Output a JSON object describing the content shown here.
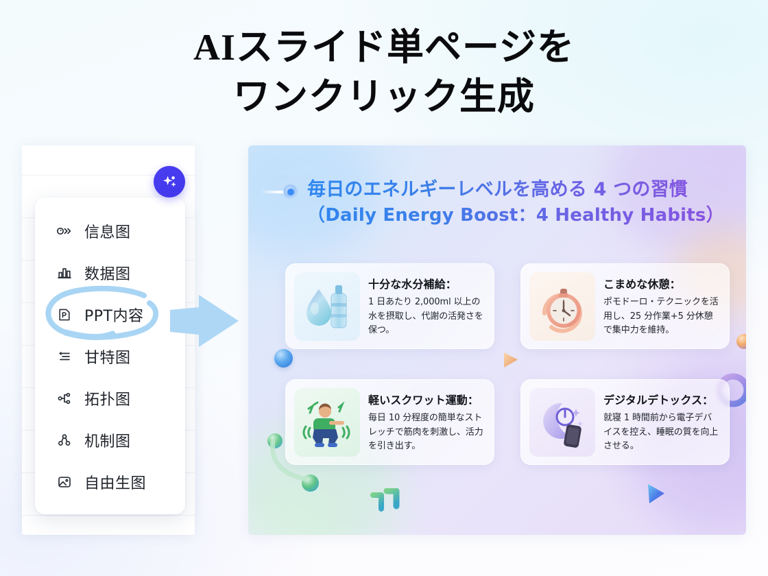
{
  "headline": {
    "line1": "AIスライド単ページを",
    "line2": "ワンクリック生成"
  },
  "colors": {
    "accent_purple": "#4136ec",
    "arrow_blue": "#aed7f5",
    "title_gradient_start": "#2f86f0",
    "title_gradient_end": "#8a53e0",
    "slide_bg_start": "#d8eafc",
    "slide_bg_end": "#e6dbf8"
  },
  "editor": {
    "fab": {
      "icon": "sparkle-plus-icon",
      "label": ""
    }
  },
  "menu": {
    "items": [
      {
        "label": "信息图",
        "icon": "infographic-icon"
      },
      {
        "label": "数据图",
        "icon": "bar-chart-icon"
      },
      {
        "label": "PPT内容",
        "icon": "ppt-file-icon"
      },
      {
        "label": "甘特图",
        "icon": "gantt-chart-icon"
      },
      {
        "label": "拓扑图",
        "icon": "topology-icon"
      },
      {
        "label": "机制图",
        "icon": "mechanism-icon"
      },
      {
        "label": "自由生图",
        "icon": "image-icon"
      }
    ],
    "highlighted_index": 2
  },
  "annotation": {
    "ellipse": "hand-drawn-highlight-ellipse",
    "arrow": "pointer-arrow-right"
  },
  "slide": {
    "title_main": "毎日のエネルギーレベルを高める 4 つの習慣",
    "title_sub": "（Daily Energy Boost：4 Healthy Habits）",
    "cards": [
      {
        "title": "十分な水分補給：",
        "desc": "1 日あたり 2,000ml 以上の水を摂取し、代謝の活発さを保つ。",
        "emoji": "💧",
        "thumb_class": "thumb-water",
        "icon": "water-drop-bottle-icon"
      },
      {
        "title": "こまめな休憩：",
        "desc": "ポモドーロ・テクニックを活用し、25 分作業+5 分休憩で集中力を維持。",
        "emoji": "⏱",
        "thumb_class": "thumb-timer",
        "icon": "stopwatch-icon"
      },
      {
        "title": "軽いスクワット運動：",
        "desc": "毎日 10 分程度の簡単なストレッチで筋肉を刺激し、活力を引き出す。",
        "emoji": "🏋",
        "thumb_class": "thumb-squat",
        "icon": "squat-exercise-icon"
      },
      {
        "title": "デジタルデトックス：",
        "desc": "就寝 1 時間前から電子デバイスを控え、睡眠の質を向上させる。",
        "emoji": "🌙",
        "thumb_class": "thumb-detox",
        "icon": "moon-phone-icon"
      }
    ],
    "decorations": [
      "blue-sphere",
      "green-sphere-small",
      "green-sphere-medium",
      "orange-sphere",
      "green-curve",
      "purple-ring",
      "orange-triangle",
      "blue-triangle",
      "green-chevron"
    ]
  }
}
